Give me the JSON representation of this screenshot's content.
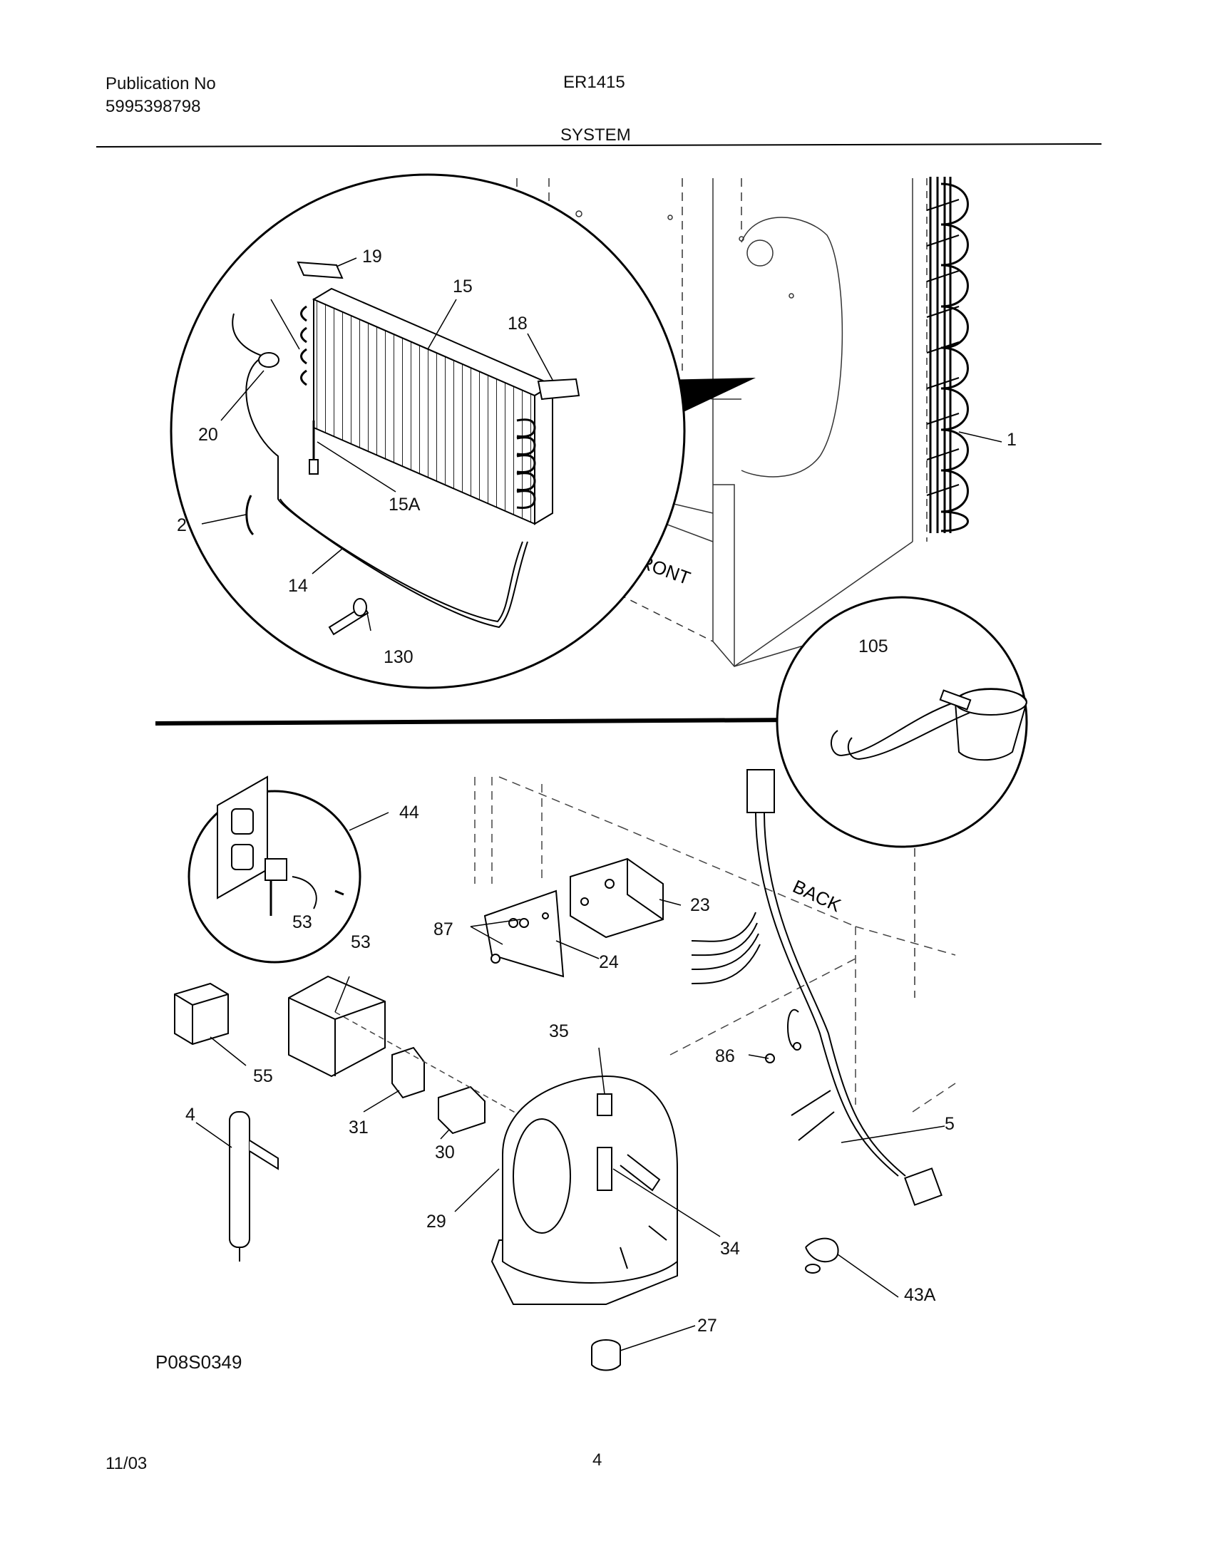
{
  "header": {
    "publication_label": "Publication No",
    "publication_number": "5995398798",
    "model": "ER1415",
    "section": "SYSTEM"
  },
  "diagram": {
    "drawing_id": "P08S0349",
    "annotations": {
      "front": "FRONT",
      "back": "BACK"
    },
    "callouts": [
      {
        "id": "19",
        "label": "19"
      },
      {
        "id": "15",
        "label": "15"
      },
      {
        "id": "18",
        "label": "18"
      },
      {
        "id": "20",
        "label": "20"
      },
      {
        "id": "15A",
        "label": "15A"
      },
      {
        "id": "2",
        "label": "2"
      },
      {
        "id": "14",
        "label": "14"
      },
      {
        "id": "130",
        "label": "130"
      },
      {
        "id": "1",
        "label": "1"
      },
      {
        "id": "105",
        "label": "105"
      },
      {
        "id": "44",
        "label": "44"
      },
      {
        "id": "53a",
        "label": "53"
      },
      {
        "id": "53b",
        "label": "53"
      },
      {
        "id": "87",
        "label": "87"
      },
      {
        "id": "23",
        "label": "23"
      },
      {
        "id": "24",
        "label": "24"
      },
      {
        "id": "55",
        "label": "55"
      },
      {
        "id": "35",
        "label": "35"
      },
      {
        "id": "86",
        "label": "86"
      },
      {
        "id": "31",
        "label": "31"
      },
      {
        "id": "30",
        "label": "30"
      },
      {
        "id": "4",
        "label": "4"
      },
      {
        "id": "5",
        "label": "5"
      },
      {
        "id": "29",
        "label": "29"
      },
      {
        "id": "34",
        "label": "34"
      },
      {
        "id": "43A",
        "label": "43A"
      },
      {
        "id": "27",
        "label": "27"
      }
    ]
  },
  "footer": {
    "date": "11/03",
    "page": "4"
  }
}
